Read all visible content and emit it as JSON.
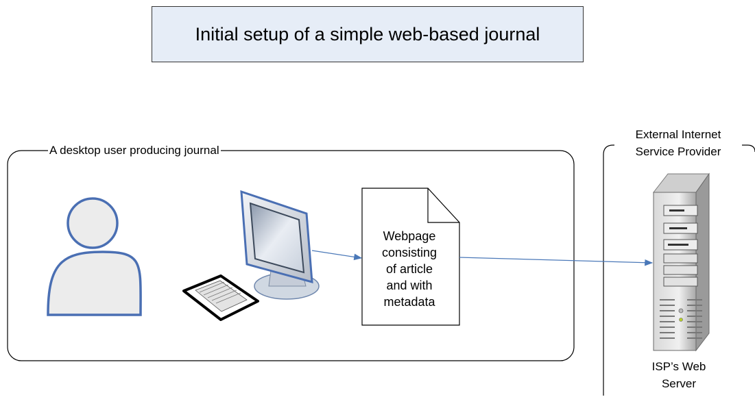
{
  "diagram": {
    "title": "Initial setup of a simple web-based journal",
    "desktop_group": {
      "label": "A desktop user producing journal"
    },
    "isp_group": {
      "label_line1": "External Internet",
      "label_line2": "Service Provider"
    },
    "document": {
      "lines": [
        "Webpage",
        "consisting",
        "of article",
        "and  with",
        "metadata"
      ]
    },
    "server": {
      "label_line1": "ISP’s Web",
      "label_line2": "Server"
    },
    "icons": [
      "user-icon",
      "computer-monitor-icon",
      "keyboard-icon",
      "document-icon",
      "server-tower-icon"
    ],
    "colors": {
      "title_fill": "#e6edf7",
      "person_stroke": "#4a6fb3",
      "person_fill": "#ececec",
      "arrow": "#4a78b8"
    }
  }
}
